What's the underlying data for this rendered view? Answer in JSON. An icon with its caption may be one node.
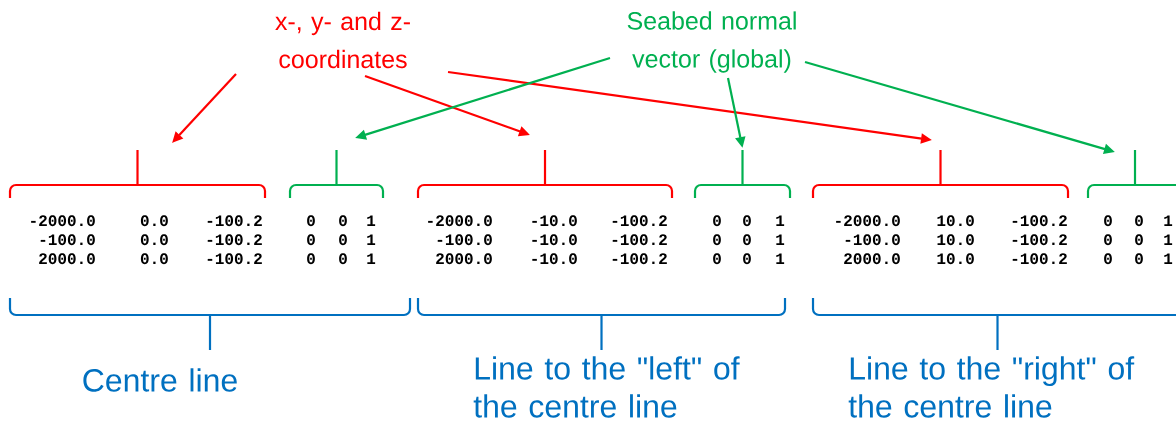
{
  "diagram": {
    "nodes": [
      {
        "text": [
          "x-, y- and z-coordinates"
        ]
      },
      {
        "text": [
          "Seabed normal vector (global)"
        ]
      },
      {
        "text": [],
        "shape": "bracket"
      },
      {
        "text": [],
        "shape": "bracket"
      },
      {
        "text": [],
        "shape": "bracket"
      },
      {
        "text": [],
        "shape": "bracket"
      },
      {
        "text": [],
        "shape": "bracket"
      },
      {
        "text": [],
        "shape": "bracket"
      }
    ],
    "edges": [
      {
        "from": 0,
        "to": 2,
        "arrow": "to",
        "color": "#ff0000"
      },
      {
        "from": 0,
        "to": 4,
        "arrow": "to",
        "color": "#ff0000"
      },
      {
        "from": 0,
        "to": 6,
        "arrow": "to",
        "color": "#ff0000"
      },
      {
        "from": 1,
        "to": 3,
        "arrow": "to",
        "color": "#00b050"
      },
      {
        "from": 1,
        "to": 5,
        "arrow": "to",
        "color": "#00b050"
      },
      {
        "from": 1,
        "to": 7,
        "arrow": "to",
        "color": "#00b050"
      }
    ],
    "labels": [
      "-2000.0",
      "0.0",
      "-100.2",
      "0",
      "0",
      "1",
      "-2000.0",
      "-10.0",
      "-100.2",
      "0",
      "0",
      "1",
      "-2000.0",
      "10.0",
      "-100.2",
      "0",
      "0",
      "1",
      "-100.0",
      "0.0",
      "-100.2",
      "0",
      "0",
      "1",
      "-100.0",
      "-10.0",
      "-100.2",
      "0",
      "0",
      "1",
      "-100.0",
      "10.0",
      "-100.2",
      "0",
      "0",
      "1",
      "2000.0",
      "0.0",
      "-100.2",
      "0",
      "0",
      "1",
      "2000.0",
      "-10.0",
      "-100.2",
      "0",
      "0",
      "1",
      "2000.0",
      "10.0",
      "-100.2",
      "0",
      "0",
      "1",
      "Centre line",
      "Line to the \"left\" of the centre line",
      "Line to the \"right\" of the centre line"
    ]
  }
}
